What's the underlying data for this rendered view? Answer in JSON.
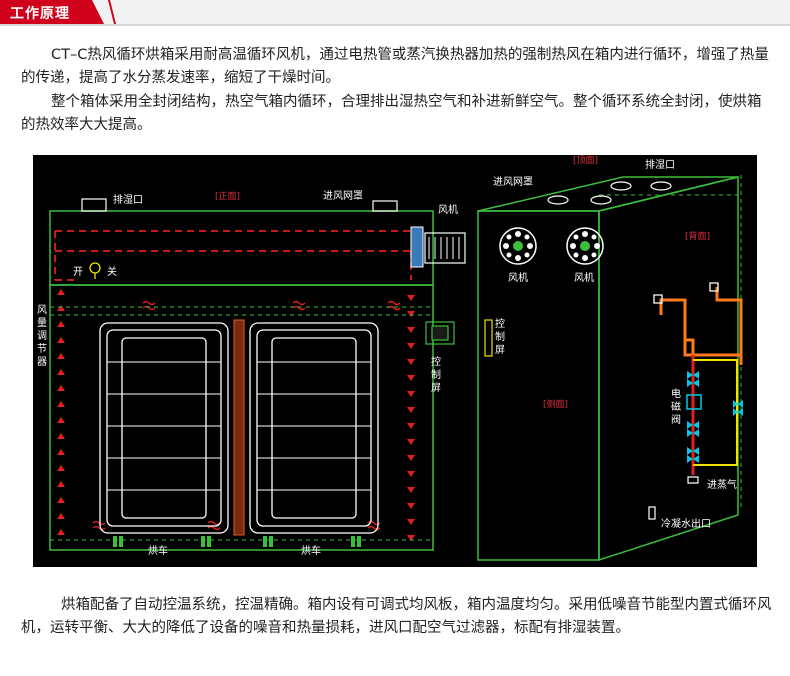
{
  "header": {
    "title": "工作原理"
  },
  "paragraphs": {
    "p1": "CT–C热风循环烘箱采用耐高温循环风机，通过电热管或蒸汽换热器加热的强制热风在箱内进行循环，增强了热量的传递，提高了水分蒸发速率，缩短了干燥时间。",
    "p2": "整个箱体采用全封闭结构，热空气箱内循环，合理排出湿热空气和补进新鲜空气。整个循环系统全封闭，使烘箱的热效率大大提高。",
    "p3": "烘箱配备了自动控温系统，控温精确。箱内设有可调式均风板，箱内温度均匀。采用低噪音节能型内置式循环风机，运转平衡、大大的降低了设备的噪音和热量损耗，进风口配空气过滤器，标配有排湿装置。"
  },
  "diagram": {
    "labels": {
      "exhaust_left": "排湿口",
      "front_view": "[正面]",
      "intake_left": "进风网罩",
      "fan_top": "风机",
      "open": "开",
      "close": "关",
      "air_regulator": [
        "风",
        "量",
        "调",
        "节",
        "器"
      ],
      "control_screen_left": [
        "控",
        "制",
        "屏"
      ],
      "cart_left": "烘车",
      "cart_right": "烘车",
      "top_view": "[顶面]",
      "exhaust_right": "排湿口",
      "intake_right": "进风网罩",
      "fan1": "风机",
      "fan2": "风机",
      "control_screen_right": [
        "控",
        "制",
        "屏"
      ],
      "back_view": "[背面]",
      "side_view": "[侧面]",
      "solenoid_valve": [
        "电",
        "磁",
        "阀"
      ],
      "steam_inlet": "进蒸气",
      "condensate_outlet": "冷凝水出口"
    },
    "colors": {
      "line": "#ffffff",
      "green": "#3cbe3c",
      "red": "#e02020",
      "orange": "#ff7a1a",
      "yellow": "#f2e200",
      "cyan": "#00c8e6",
      "label_red": "#e0303c"
    }
  }
}
